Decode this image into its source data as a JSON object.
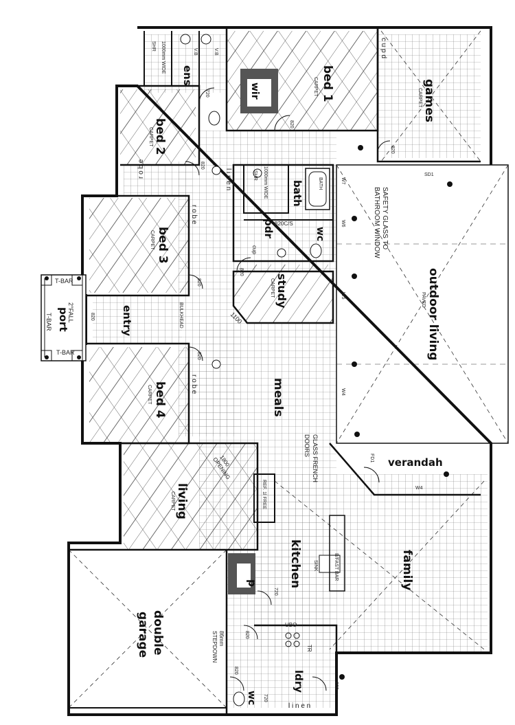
{
  "rooms": {
    "ens": "ens",
    "wir": "wir",
    "bed1": "bed 1",
    "games": "games",
    "bed2": "bed 2",
    "bath": "bath",
    "pdr": "pdr",
    "wc_top": "wc",
    "bed3": "bed 3",
    "study": "study",
    "outdoor_living": "outdoor living",
    "entry": "entry",
    "port": "port",
    "meals": "meals",
    "bed4": "bed 4",
    "verandah": "verandah",
    "living": "living",
    "kitchen": "kitchen",
    "family": "family",
    "p": "p",
    "double_garage_1": "double",
    "double_garage_2": "garage",
    "ldry": "ldry",
    "wc_bottom": "wc"
  },
  "notes": {
    "carpet": "CARPET",
    "paved": "PAVED",
    "safety_glass_1": "SAFETY GLASS TO",
    "safety_glass_2": "BATHROOM WINDOW",
    "glass_french_1": "GLASS FRENCH",
    "glass_french_2": "DOORS",
    "stepdown_1": "86mm",
    "stepdown_2": "STEPDOWN",
    "opening_1": "1800",
    "opening_2": "OPENING",
    "bulkhead": "BULKHEAD",
    "bfast_bar": "B/FAST BAR",
    "sink": "SINK",
    "ubo": "UBO",
    "ref": "REF. 1l FREE",
    "tr": "TR",
    "fall": "2°FALL",
    "dim_1100": "1100",
    "shr_wide_1": "1000mm WIDE",
    "shr_wide_2": "1000mm WIDE",
    "shr": "SHR",
    "vb": "V.B",
    "bath_fixture": "BATH",
    "cup": "cup",
    "cupd": "c u p d",
    "robe": "r o b e",
    "linen": "l i n e n",
    "tbar": "T-BAR",
    "dim_820": "820",
    "dim_720": "720",
    "dim_820cs": "820C/S",
    "w4": "W4",
    "w5": "W5",
    "w6": "W6",
    "w7": "W7",
    "sd1": "SD1",
    "fd1": "FD1"
  }
}
